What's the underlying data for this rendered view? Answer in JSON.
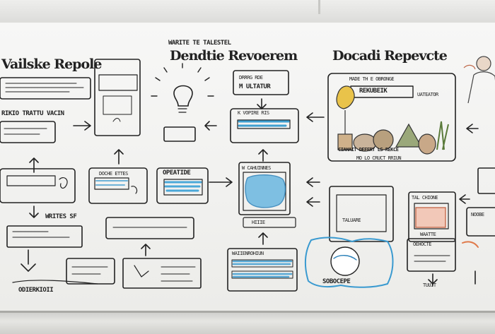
{
  "board": {
    "header_left": "Vailske Repole",
    "header_center_small": "WARITE TE TALESTEL",
    "header_center": "Dendtie Revoerem",
    "header_right": "Docadi Repevcte",
    "left_caption": "RIKIO TRATTU VACIN",
    "left_mid_label": "WRITES SF",
    "left_bottom": "ODIERKIOII",
    "col2_box": "DOCHE ETTES",
    "col3_box": "OPEATIDE",
    "center_top_box": "DRRRG RDE",
    "center_top_box_line2": "M ULTATUR",
    "center_mid": "K VOPIRE RIS",
    "center_panel": "W CAHUINNES",
    "center_panel_caption": "HIIIE",
    "center_bottom_box": "WAIIENROHIUN",
    "right_photo_title": "MADE TH E OBRONGE",
    "right_photo_label": "REKUBEIK",
    "right_photo_side": "UATEATOR",
    "right_caption": "CIAHAIT DEFERT LS REKCE",
    "right_caption_2": "MO LO CRUCT RRIUN",
    "right_panel_caption": "TALUARE",
    "right_small_box": "TAL CHIONE",
    "right_small_box_caption": "WAATTE",
    "bottom_cloud": "SOBOCEPE",
    "bottom_right_box": "OEHOCTE",
    "bottom_right_caption": "TUUIT",
    "far_right_box": "NOOBE"
  }
}
